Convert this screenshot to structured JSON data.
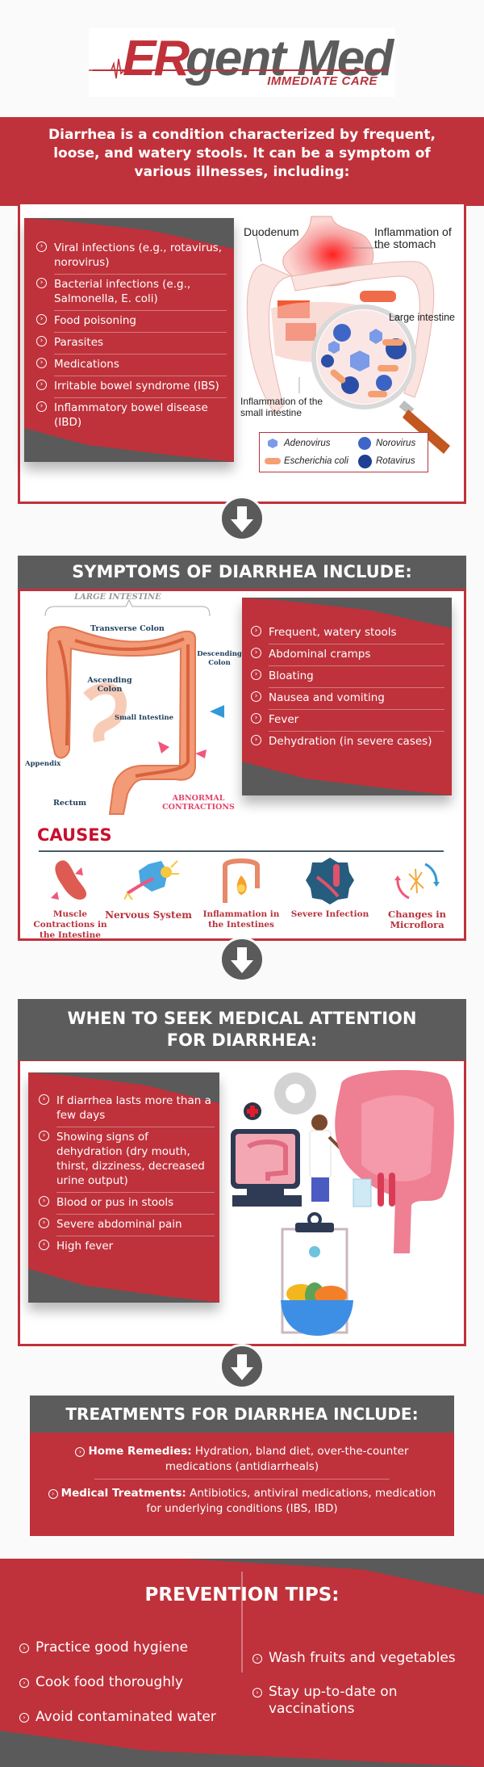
{
  "logo": {
    "brand_red": "ER",
    "brand_gray": "gent Med",
    "tagline": "IMMEDIATE CARE"
  },
  "intro": {
    "text": "Diarrhea is a condition characterized by frequent, loose, and watery stools. It can be a symptom of various illnesses, including:"
  },
  "illnesses": {
    "items": [
      "Viral infections (e.g., rotavirus, norovirus)",
      "Bacterial infections (e.g., Salmonella, E. coli)",
      "Food poisoning",
      "Parasites",
      "Medications",
      "Irritable bowel syndrome (IBS)",
      "Inflammatory bowel disease (IBD)"
    ],
    "diagram": {
      "labels": {
        "duodenum": "Duodenum",
        "stomach": "Inflammation of the stomach",
        "large_intestine": "Large intestine",
        "small_intestine": "Inflammation of the small intestine"
      },
      "legend": [
        "Adenovirus",
        "Norovirus",
        "Escherichia coli",
        "Rotavirus"
      ]
    }
  },
  "symptoms": {
    "title": "SYMPTOMS OF DIARRHEA INCLUDE:",
    "items": [
      "Frequent, watery stools",
      "Abdominal cramps",
      "Bloating",
      "Nausea and vomiting",
      "Fever",
      "Dehydration (in severe cases)"
    ],
    "diagram": {
      "title": "LARGE INTESTINE",
      "labels": {
        "transverse": "Transverse Colon",
        "descending": "Descending Colon",
        "ascending": "Ascending Colon",
        "small": "Small Intestine",
        "appendix": "Appendix",
        "rectum": "Rectum",
        "abnormal": "ABNORMAL CONTRACTIONS"
      }
    },
    "causes": {
      "title": "CAUSES",
      "items": [
        "Muscle Contractions in the Intestine",
        "Nervous System",
        "Inflammation in the Intestines",
        "Severe Infection",
        "Changes in Microflora"
      ]
    }
  },
  "medical_attention": {
    "title_line1": "WHEN TO SEEK MEDICAL ATTENTION",
    "title_line2": "FOR DIARRHEA:",
    "items": [
      "If diarrhea lasts more than a few days",
      "Showing signs of dehydration (dry mouth, thirst, dizziness, decreased urine output)",
      "Blood or pus in stools",
      "Severe abdominal pain",
      "High fever"
    ]
  },
  "treatments": {
    "title": "TREATMENTS FOR DIARRHEA INCLUDE:",
    "items": [
      {
        "label": "Home Remedies:",
        "text": " Hydration, bland diet, over-the-counter medications (antidiarrheals)"
      },
      {
        "label": "Medical Treatments:",
        "text": " Antibiotics, antiviral medications, medication for underlying conditions (IBS, IBD)"
      }
    ]
  },
  "prevention": {
    "title": "PREVENTION TIPS:",
    "left": [
      "Practice good hygiene",
      "Cook food thoroughly",
      "Avoid contaminated water"
    ],
    "right": [
      "Wash fruits and vegetables",
      "Stay up-to-date on vaccinations"
    ]
  },
  "icons": {
    "list_bullet": "chevron-circle-right-icon",
    "section_arrow": "arrow-down-circle-icon",
    "chevron_glyph": "›"
  },
  "colors": {
    "brand_red": "#bf323b",
    "dark_gray": "#5a5a5a",
    "causes_red": "#c8102e",
    "background": "#fafafa"
  }
}
